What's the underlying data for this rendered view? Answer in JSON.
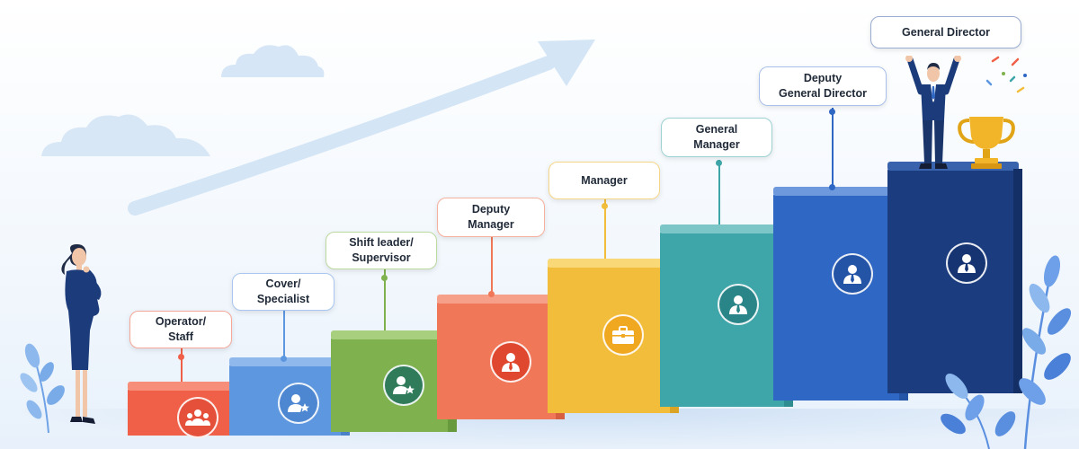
{
  "levels": [
    {
      "line1": "Operator/",
      "line2": "Staff",
      "color": "#f05f48",
      "icon": "team-icon"
    },
    {
      "line1": "Cover/",
      "line2": "Specialist",
      "color": "#5d97e0",
      "icon": "user-star-icon"
    },
    {
      "line1": "Shift leader/",
      "line2": "Supervisor",
      "color": "#7fb24f",
      "icon": "user-star-icon"
    },
    {
      "line1": "Deputy",
      "line2": "Manager",
      "color": "#f07757",
      "icon": "user-tie-icon"
    },
    {
      "line1": "Manager",
      "line2": "",
      "color": "#f2bd3a",
      "icon": "briefcase-icon"
    },
    {
      "line1": "General",
      "line2": "Manager",
      "color": "#3ea5a9",
      "icon": "user-tie-icon"
    },
    {
      "line1": "Deputy",
      "line2": "General Director",
      "color": "#2f67c4",
      "icon": "user-tie-icon"
    },
    {
      "line1": "General Director",
      "line2": "",
      "color": "#1b3d80",
      "icon": "user-tie-icon"
    }
  ]
}
